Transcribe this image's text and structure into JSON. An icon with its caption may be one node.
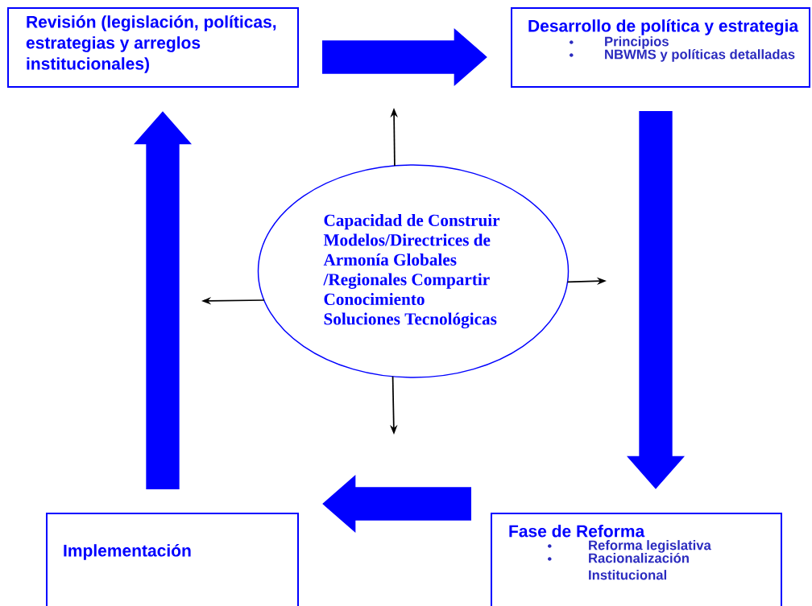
{
  "diagram": {
    "nodes": [
      {
        "text": [
          "Revisión (legislación, políticas, estrategias y arreglos institucionales)"
        ]
      },
      {
        "text": [
          "Desarrollo de política y estrategia",
          "Principios",
          "NBWMS y políticas detalladas"
        ]
      },
      {
        "text": [
          "Capacidad de Construir Modelos/Directrices de Armonía Globales /Regionales Compartir Conocimiento Soluciones Tecnológicas"
        ]
      },
      {
        "text": [
          "Fase de Reforma",
          "Reforma legislativa",
          "Racionalización Institucional"
        ]
      },
      {
        "text": [
          "Implementación"
        ]
      }
    ],
    "edges": [
      {
        "from": 0,
        "to": 1,
        "arrow": "to",
        "style": "thick",
        "color": "#0000ff"
      },
      {
        "from": 1,
        "to": 3,
        "arrow": "to",
        "style": "thick",
        "color": "#0000ff"
      },
      {
        "from": 3,
        "to": 4,
        "arrow": "to",
        "style": "thick",
        "color": "#0000ff"
      },
      {
        "from": 4,
        "to": 0,
        "arrow": "to",
        "style": "thick",
        "color": "#0000ff"
      },
      {
        "from": 2,
        "to": null,
        "arrow": "to",
        "color": "#000000"
      },
      {
        "from": 2,
        "to": null,
        "arrow": "to",
        "color": "#000000"
      },
      {
        "from": 2,
        "to": null,
        "arrow": "to",
        "color": "#000000"
      },
      {
        "from": 2,
        "to": null,
        "arrow": "to",
        "color": "#000000"
      }
    ]
  }
}
